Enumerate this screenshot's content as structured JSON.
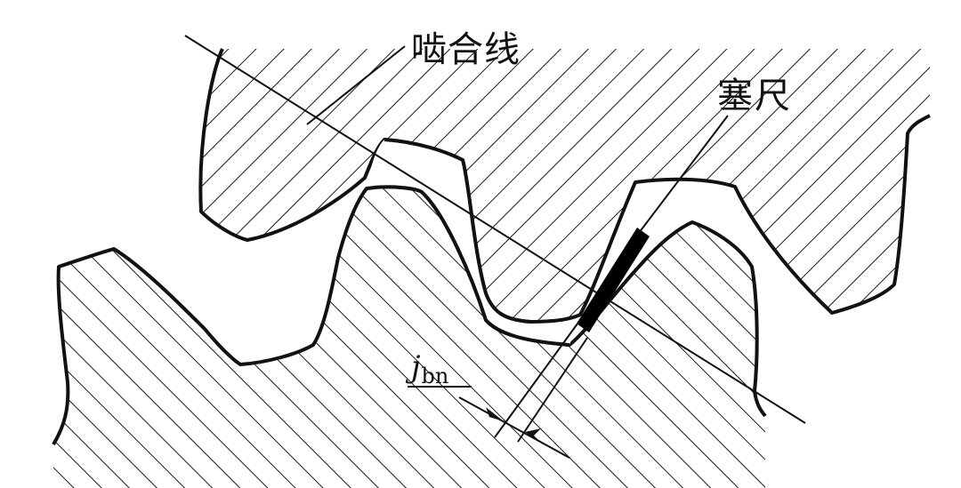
{
  "labels": {
    "meshing_line": "啮合线",
    "feeler_gauge": "塞尺",
    "backlash_symbol": "j",
    "backlash_subscript": "bn"
  },
  "colors": {
    "outline": "#111111",
    "hatch": "#1a1a1a",
    "background": "#ffffff"
  }
}
